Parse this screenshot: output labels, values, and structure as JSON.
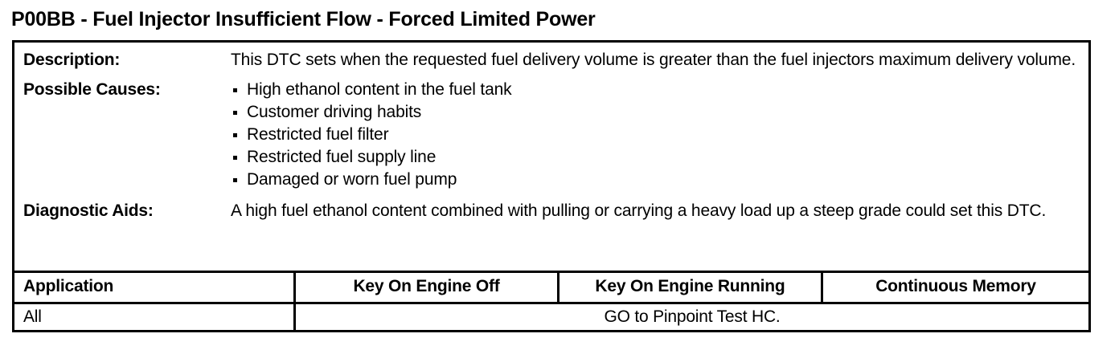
{
  "document": {
    "title": "P00BB - Fuel Injector Insufficient Flow - Forced Limited Power"
  },
  "info": {
    "description": {
      "label": "Description:",
      "text": "This DTC sets when the requested fuel delivery volume is greater than the fuel injectors maximum delivery volume."
    },
    "possible_causes": {
      "label": "Possible Causes:",
      "items": [
        "High ethanol content in the fuel tank",
        "Customer driving habits",
        "Restricted fuel filter",
        "Restricted fuel supply line",
        "Damaged or worn fuel pump"
      ]
    },
    "diagnostic_aids": {
      "label": "Diagnostic Aids:",
      "text": "A high fuel ethanol content combined with pulling or carrying a heavy load up a steep grade could set this DTC."
    }
  },
  "application_table": {
    "headers": [
      "Application",
      "Key On Engine Off",
      "Key On Engine Running",
      "Continuous Memory"
    ],
    "rows": [
      {
        "application": "All",
        "merged_result": "GO to Pinpoint Test HC."
      }
    ]
  },
  "colors": {
    "text": "#000000",
    "background": "#ffffff",
    "border": "#000000"
  }
}
